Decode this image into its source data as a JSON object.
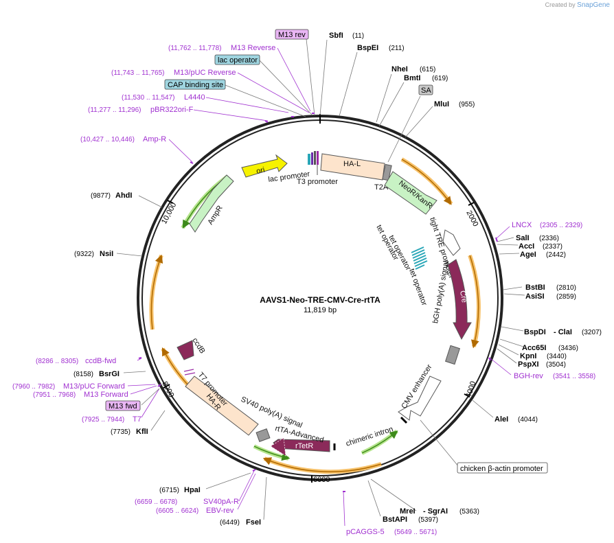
{
  "brand": {
    "created_by": "Created by",
    "name": "SnapGene"
  },
  "plasmid": {
    "name": "AAVS1-Neo-TRE-CMV-Cre-rtTA",
    "size": "11,819 bp"
  },
  "ruler": [
    "2000",
    "4000",
    "6000",
    "8000",
    "10,000"
  ],
  "enzymes": [
    {
      "name": "SbfI",
      "pos": "(11)"
    },
    {
      "name": "BspEI",
      "pos": "(211)"
    },
    {
      "name": "NheI",
      "pos": "(615)"
    },
    {
      "name": "BmtI",
      "pos": "(619)"
    },
    {
      "name": "MluI",
      "pos": "(955)"
    },
    {
      "name": "SalI",
      "pos": "(2336)"
    },
    {
      "name": "AccI",
      "pos": "(2337)"
    },
    {
      "name": "AgeI",
      "pos": "(2442)"
    },
    {
      "name": "BstBI",
      "pos": "(2810)"
    },
    {
      "name": "AsiSI",
      "pos": "(2859)"
    },
    {
      "name": "BspDI",
      "name2": "- ClaI",
      "pos": "(3207)"
    },
    {
      "name": "Acc65I",
      "pos": "(3436)"
    },
    {
      "name": "KpnI",
      "pos": "(3440)"
    },
    {
      "name": "PspXI",
      "pos": "(3504)"
    },
    {
      "name": "AleI",
      "pos": "(4044)"
    },
    {
      "name": "MreI",
      "name2": "- SgrAI",
      "pos": "(5363)"
    },
    {
      "name": "BstAPI",
      "pos": "(5397)"
    },
    {
      "name": "FseI",
      "pos": "(6449)"
    },
    {
      "name": "HpaI",
      "pos": "(6715)"
    },
    {
      "name": "KflI",
      "pos": "(7735)"
    },
    {
      "name": "BsrGI",
      "pos": "(8158)"
    },
    {
      "name": "NsiI",
      "pos": "(9322)"
    },
    {
      "name": "AhdI",
      "pos": "(9877)"
    }
  ],
  "primers": [
    {
      "name": "M13 Reverse",
      "range": "(11,762 .. 11,778)"
    },
    {
      "name": "M13/pUC Reverse",
      "range": "(11,743 .. 11,765)"
    },
    {
      "name": "L4440",
      "range": "(11,530 .. 11,547)"
    },
    {
      "name": "pBR322ori-F",
      "range": "(11,277 .. 11,296)"
    },
    {
      "name": "Amp-R",
      "range": "(10,427 .. 10,446)"
    },
    {
      "name": "LNCX",
      "range": "(2305 .. 2329)"
    },
    {
      "name": "BGH-rev",
      "range": "(3541 .. 3558)"
    },
    {
      "name": "pCAGGS-5",
      "range": "(5649 .. 5671)"
    },
    {
      "name": "SV40pA-R",
      "range": "(6659 .. 6678)"
    },
    {
      "name": "EBV-rev",
      "range": "(6605 .. 6624)"
    },
    {
      "name": "T7",
      "range": "(7925 .. 7944)"
    },
    {
      "name": "M13 Forward",
      "range": "(7951 .. 7968)"
    },
    {
      "name": "M13/pUC Forward",
      "range": "(7960 .. 7982)"
    },
    {
      "name": "ccdB-fwd",
      "range": "(8286 .. 8305)"
    }
  ],
  "boxes": {
    "m13rev": "M13 rev",
    "lac_operator": "lac operator",
    "cap": "CAP binding site",
    "sa": "SA",
    "m13fwd": "M13 fwd",
    "chicken": "chicken β-actin promoter"
  },
  "features": {
    "ha_l": "HA-L",
    "t2a": "T2A",
    "neor": "NeoR/KanR",
    "tight_tre": "tight TRE promoter",
    "cre": "Cre",
    "bgh": "bGH poly(A) signal",
    "cmv": "CMV enhancer",
    "chimeric": "chimeric intron",
    "rtetr": "rTetR",
    "rtta": "rtTA-Advanced",
    "sv40": "SV40 poly(A) signal",
    "ha_r": "HA-R",
    "t7": "T7 promoter",
    "ccdb": "ccdB",
    "ampr": "AmpR",
    "ori": "ori",
    "lac_promoter": "lac promoter",
    "t3": "T3 promoter",
    "tet1": "tet operator",
    "tet2": "tet operator",
    "tet3": "tet operator"
  }
}
